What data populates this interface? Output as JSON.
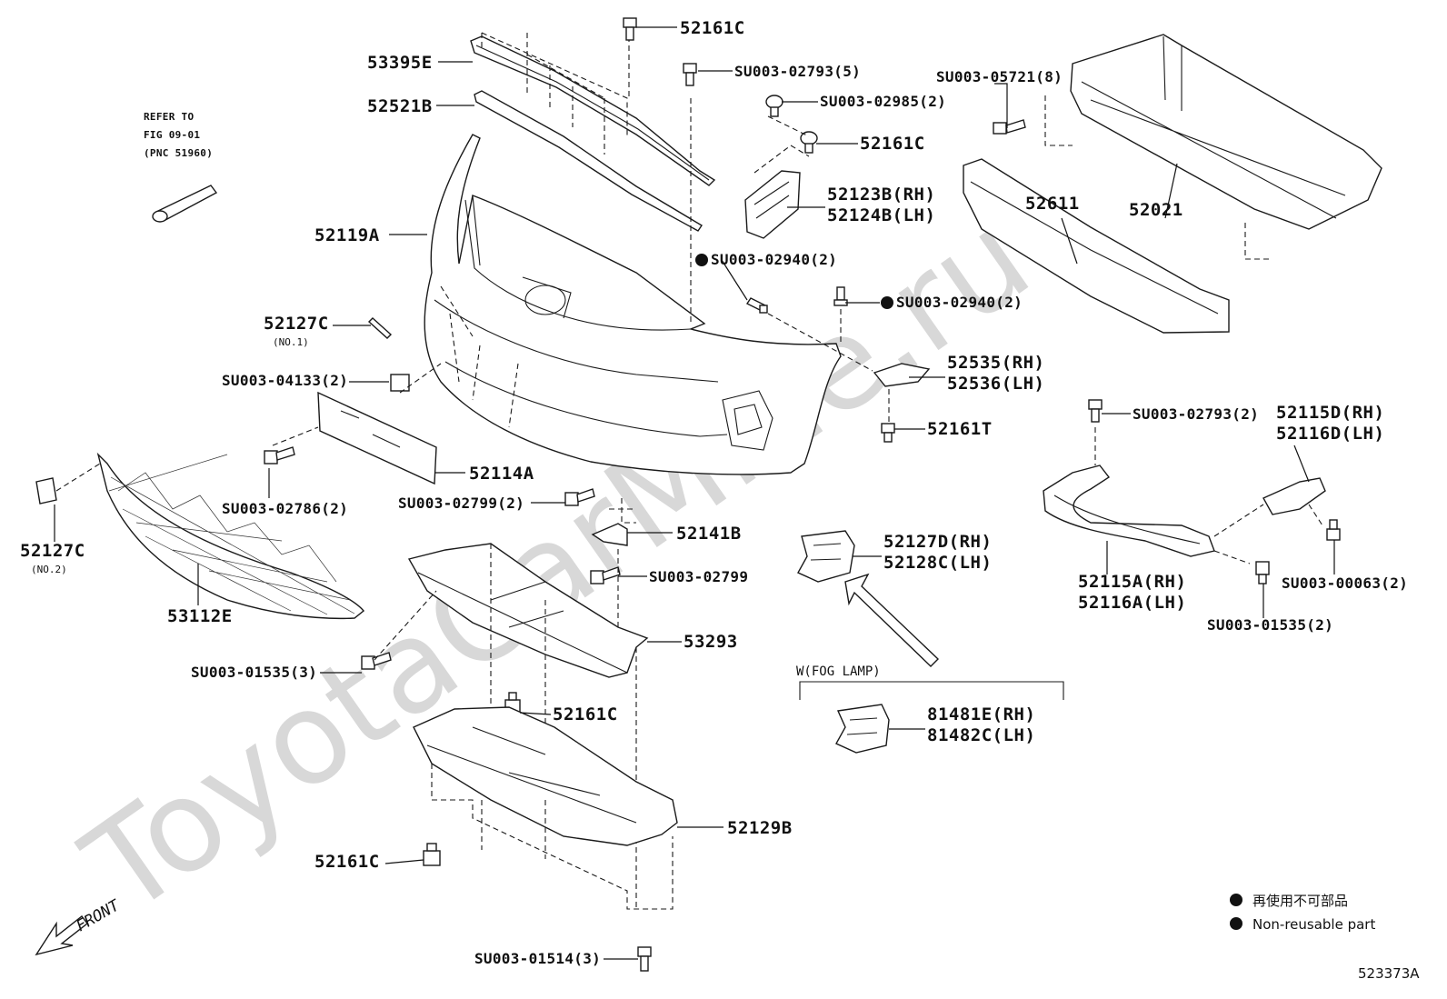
{
  "watermark": "ToyotaCarMine.ru",
  "labels": {
    "p53395E": "53395E",
    "p52521B": "52521B",
    "p52161C_top": "52161C",
    "su_02793_5": "SU003-02793(5)",
    "su_02985_2": "SU003-02985(2)",
    "p52161C_mid": "52161C",
    "p52123B": "52123B(RH)",
    "p52124B": "52124B(LH)",
    "su_05721_8": "SU003-05721(8)",
    "p52611": "52611",
    "p52021": "52021",
    "refer_line1": "REFER TO",
    "refer_line2": "FIG 09-01",
    "refer_line3": "(PNC 51960)",
    "p52119A": "52119A",
    "su_02940_a": "SU003-02940(2)",
    "su_02940_b": "SU003-02940(2)",
    "p52127C_1": "52127C",
    "p52127C_1_note": "(NO.1)",
    "su_04133_2": "SU003-04133(2)",
    "p52535": "52535(RH)",
    "p52536": "52536(LH)",
    "p52161T": "52161T",
    "su_02793_2": "SU003-02793(2)",
    "p52115D": "52115D(RH)",
    "p52116D": "52116D(LH)",
    "su_02786_2": "SU003-02786(2)",
    "p52114A": "52114A",
    "su_02799_2": "SU003-02799(2)",
    "p52141B": "52141B",
    "p52127C_2": "52127C",
    "p52127C_2_note": "(NO.2)",
    "p52127D": "52127D(RH)",
    "p52128C": "52128C(LH)",
    "su_02799": "SU003-02799",
    "p52115A": "52115A(RH)",
    "p52116A": "52116A(LH)",
    "su_00063_2": "SU003-00063(2)",
    "su_01535_2": "SU003-01535(2)",
    "p53112E": "53112E",
    "p53293": "53293",
    "su_01535_3": "SU003-01535(3)",
    "p52161C_low": "52161C",
    "fog_lamp": "W(FOG LAMP)",
    "p81481E": "81481E(RH)",
    "p81482C": "81482C(LH)",
    "p52129B": "52129B",
    "p52161C_bottom": "52161C",
    "su_01514_3": "SU003-01514(3)",
    "front": "FRONT",
    "figure_id": "523373A"
  },
  "legend": {
    "line_jp": "再使用不可部品",
    "line_en": "Non-reusable part",
    "marker_color": "#111111"
  },
  "icons": [
    "bolt-icon",
    "clip-icon",
    "non-reusable-dot-icon",
    "front-arrow-icon"
  ]
}
